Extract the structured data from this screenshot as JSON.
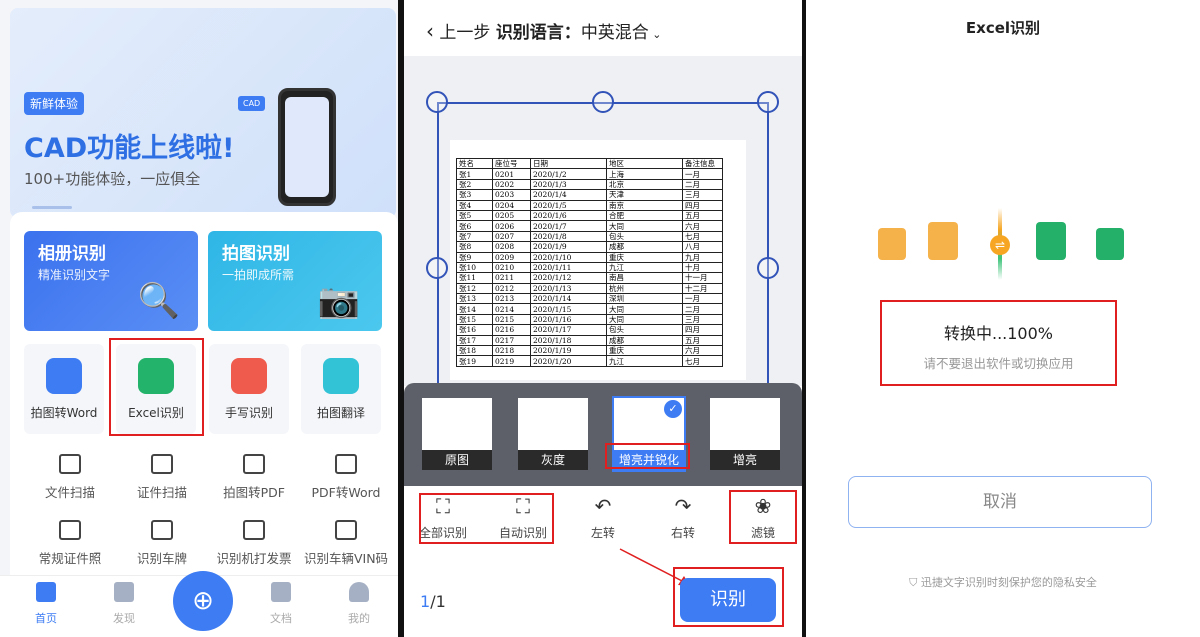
{
  "home": {
    "banner": {
      "tag": "新鲜体验",
      "title": "CAD功能上线啦!",
      "subtitle": "100+功能体验，一应俱全",
      "phone_badge": "CAD"
    },
    "cards": [
      {
        "title": "相册识别",
        "subtitle": "精准识别文字",
        "color": "#3b72ee"
      },
      {
        "title": "拍图识别",
        "subtitle": "一拍即成所需",
        "color": "#2fb6e6"
      }
    ],
    "tools": [
      {
        "label": "拍图转Word",
        "color": "#3d7cf3"
      },
      {
        "label": "Excel识别",
        "color": "#24b36b"
      },
      {
        "label": "手写识别",
        "color": "#ef5b4c"
      },
      {
        "label": "拍图翻译",
        "color": "#33c3d6"
      }
    ],
    "grid": [
      "文件扫描",
      "证件扫描",
      "拍图转PDF",
      "PDF转Word",
      "常规证件照",
      "识别车牌",
      "识别机打发票",
      "识别车辆VIN码"
    ],
    "nav": [
      "首页",
      "发现",
      "文档",
      "我的"
    ]
  },
  "scan": {
    "back": "上一步",
    "lang_label": "识别语言：",
    "lang_value": "中英混合",
    "table": {
      "headers": [
        "姓名",
        "座位号",
        "日期",
        "地区",
        "备注信息"
      ],
      "rows": [
        [
          "张1",
          "0201",
          "2020/1/2",
          "上海",
          "一月"
        ],
        [
          "张2",
          "0202",
          "2020/1/3",
          "北京",
          "二月"
        ],
        [
          "张3",
          "0203",
          "2020/1/4",
          "天津",
          "三月"
        ],
        [
          "张4",
          "0204",
          "2020/1/5",
          "南京",
          "四月"
        ],
        [
          "张5",
          "0205",
          "2020/1/6",
          "合肥",
          "五月"
        ],
        [
          "张6",
          "0206",
          "2020/1/7",
          "大同",
          "六月"
        ],
        [
          "张7",
          "0207",
          "2020/1/8",
          "包头",
          "七月"
        ],
        [
          "张8",
          "0208",
          "2020/1/9",
          "成都",
          "八月"
        ],
        [
          "张9",
          "0209",
          "2020/1/10",
          "重庆",
          "九月"
        ],
        [
          "张10",
          "0210",
          "2020/1/11",
          "九江",
          "十月"
        ],
        [
          "张11",
          "0211",
          "2020/1/12",
          "南昌",
          "十一月"
        ],
        [
          "张12",
          "0212",
          "2020/1/13",
          "杭州",
          "十二月"
        ],
        [
          "张13",
          "0213",
          "2020/1/14",
          "深圳",
          "一月"
        ],
        [
          "张14",
          "0214",
          "2020/1/15",
          "大同",
          "二月"
        ],
        [
          "张15",
          "0215",
          "2020/1/16",
          "大同",
          "三月"
        ],
        [
          "张16",
          "0216",
          "2020/1/17",
          "包头",
          "四月"
        ],
        [
          "张17",
          "0217",
          "2020/1/18",
          "成都",
          "五月"
        ],
        [
          "张18",
          "0218",
          "2020/1/19",
          "重庆",
          "六月"
        ],
        [
          "张19",
          "0219",
          "2020/1/20",
          "九江",
          "七月"
        ]
      ]
    },
    "filters": [
      "原图",
      "灰度",
      "增亮并锐化",
      "增亮"
    ],
    "selected_filter": "增亮并锐化",
    "toolbar": [
      "全部识别",
      "自动识别",
      "左转",
      "右转",
      "滤镜"
    ],
    "page_current": "1",
    "page_total": "/1",
    "recognize": "识别"
  },
  "convert": {
    "title": "Excel识别",
    "status": "转换中...100%",
    "hint": "请不要退出软件或切换应用",
    "cancel": "取消",
    "footer": "迅捷文字识别时刻保护您的隐私安全",
    "progress_percent": 100
  }
}
